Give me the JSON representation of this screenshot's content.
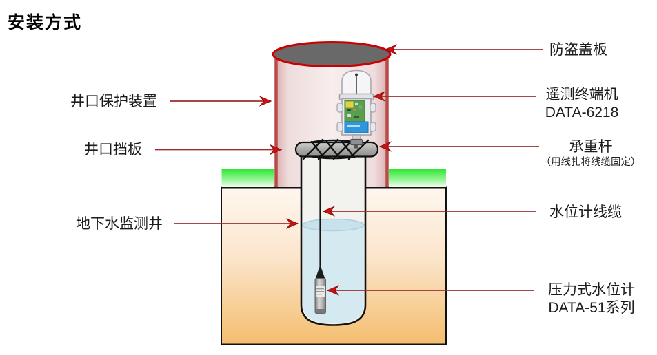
{
  "title": "安装方式",
  "labels": {
    "wellhead_protection": "井口保护装置",
    "wellhead_baffle": "井口挡板",
    "monitoring_well": "地下水监测井",
    "anti_theft_cover": "防盗盖板",
    "telemetry_terminal": "遥测终端机",
    "telemetry_model": "DATA-6218",
    "load_bearing_rod": "承重杆",
    "load_bearing_note": "（用线扎将线缆固定）",
    "water_level_cable": "水位计线缆",
    "pressure_meter": "压力式水位计",
    "pressure_meter_model": "DATA-51系列"
  },
  "colors": {
    "arrow_head_red": "#cc1111",
    "arrow_line_red": "#9b2d30",
    "cap_gray": "#696969",
    "cap_border_red": "#cc0000",
    "casing_pink": "#f6eaea",
    "casing_border": "#b84b48",
    "grass_green": "#2fe735",
    "soil_top": "#fef6ee",
    "soil_bottom": "#f4bd6e",
    "water_blue": "#d5e9f0",
    "pcb_green": "#57a04c",
    "battery_blue": "#2e97dc"
  }
}
